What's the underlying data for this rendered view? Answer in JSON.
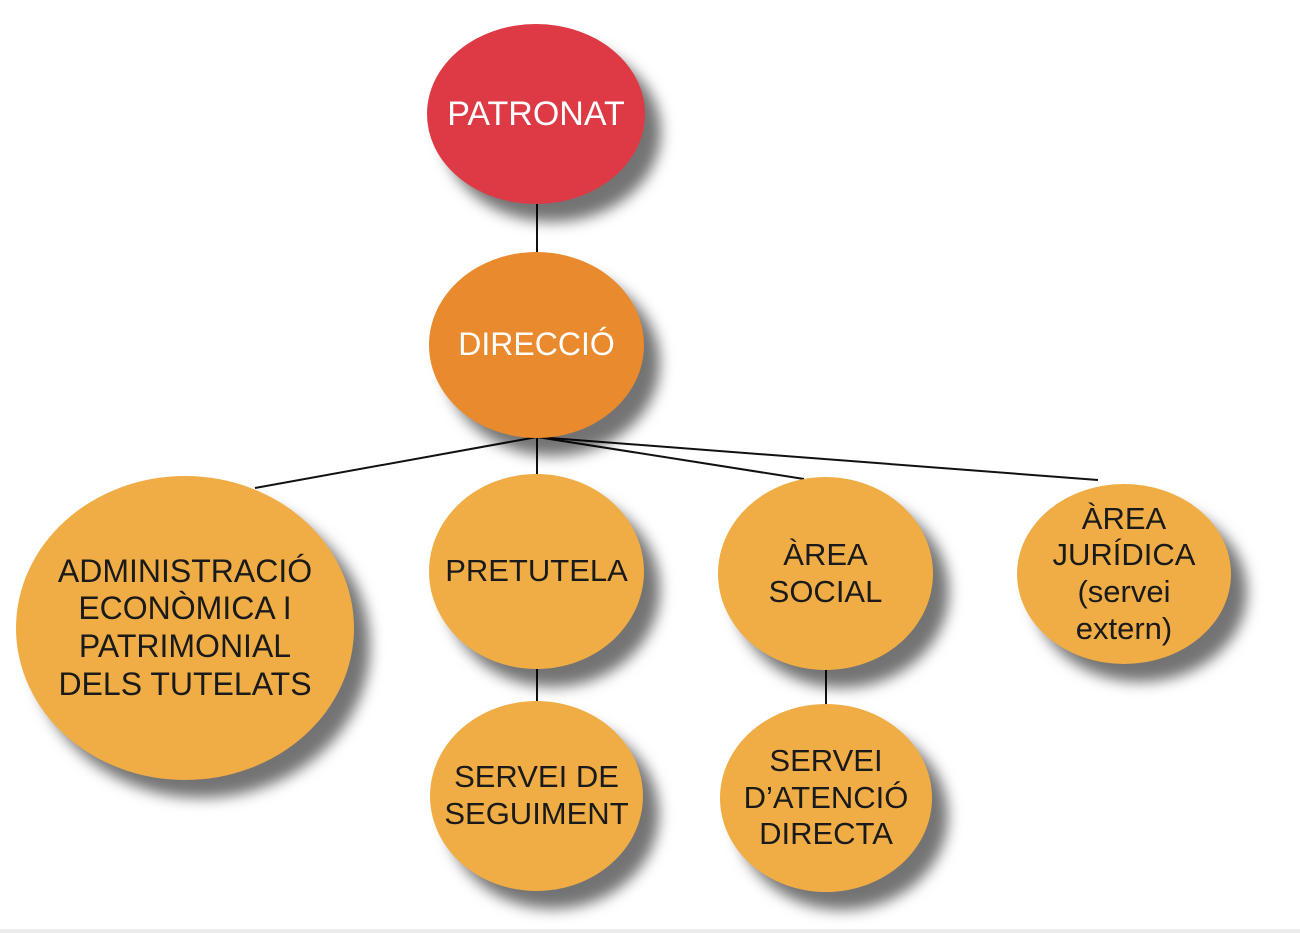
{
  "diagram": {
    "nodes": {
      "patronat": {
        "label": "PATRONAT",
        "color": "#de3a45"
      },
      "direccio": {
        "label": "DIRECCIÓ",
        "color": "#e98a2e"
      },
      "admin": {
        "label": "ADMINISTRACIÓ\nECONÒMICA I\nPATRIMONIAL\nDELS TUTELATS",
        "color": "#f0ad45"
      },
      "pretutela": {
        "label": "PRETUTELA",
        "color": "#f0ad45"
      },
      "social": {
        "label": "ÀREA\nSOCIAL",
        "color": "#f0ad45"
      },
      "juridica": {
        "label": "ÀREA\nJURÍDICA\n(servei\nextern)",
        "color": "#f0ad45"
      },
      "seguiment": {
        "label": "SERVEI DE\nSEGUIMENT",
        "color": "#f0ad45"
      },
      "atencio": {
        "label": "SERVEI\nD’ATENCIÓ\nDIRECTA",
        "color": "#f0ad45"
      }
    },
    "edges": [
      {
        "from": "patronat",
        "to": "direccio"
      },
      {
        "from": "direccio",
        "to": "admin"
      },
      {
        "from": "direccio",
        "to": "pretutela"
      },
      {
        "from": "direccio",
        "to": "social"
      },
      {
        "from": "direccio",
        "to": "juridica"
      },
      {
        "from": "pretutela",
        "to": "seguiment"
      },
      {
        "from": "social",
        "to": "atencio"
      }
    ],
    "line_color": "#111111"
  }
}
